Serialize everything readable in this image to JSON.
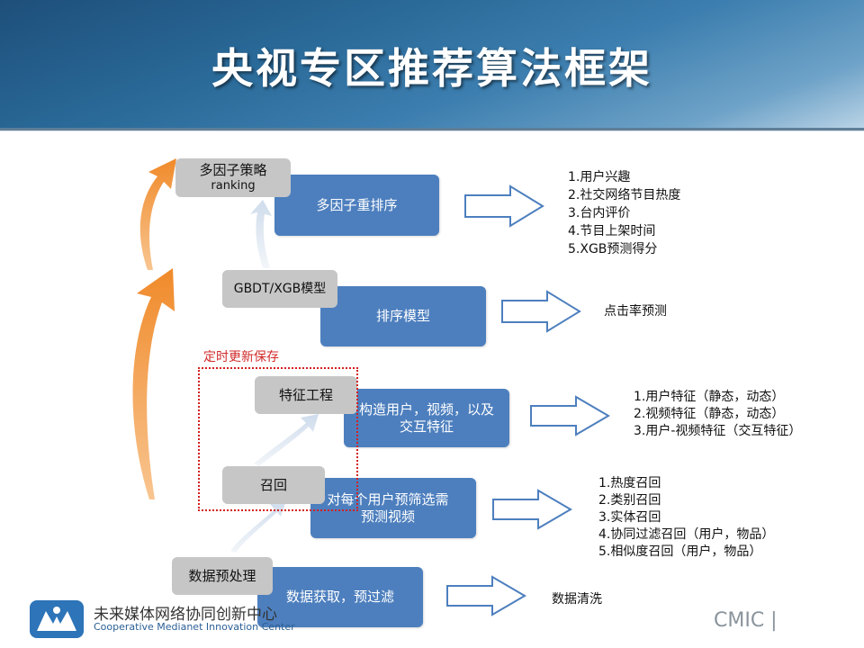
{
  "title": "央视专区推荐算法框架",
  "stages": [
    {
      "label": "多因子策略",
      "sub": "ranking",
      "process": "多因子重排序"
    },
    {
      "label": "GBDT/XGB模型",
      "process": "排序模型"
    },
    {
      "label": "特征工程",
      "process": "构造用户，视频，以及交互特征"
    },
    {
      "label": "召回",
      "process": "对每个用户预筛选需预测视频"
    },
    {
      "label": "数据预处理",
      "process": "数据获取，预过滤"
    }
  ],
  "outputs": {
    "ranking": [
      "1.用户兴趣",
      "2.社交网络节目热度",
      "3.台内评价",
      "4.节目上架时间",
      "5.XGB预测得分"
    ],
    "model": "点击率预测",
    "features": [
      "1.用户特征（静态，动态）",
      "2.视频特征（静态，动态）",
      "3.用户-视频特征（交互特征）"
    ],
    "recall": [
      "1.热度召回",
      "2.类别召回",
      "3.实体召回",
      "4.协同过滤召回（用户，物品）",
      "5.相似度召回（用户，物品）"
    ],
    "data": "数据清洗"
  },
  "note": "定时更新保存",
  "footer": {
    "org_cn": "未来媒体网络协同创新中心",
    "org_en": "Cooperative Medianet Innovation Center",
    "brand": "CMIC |"
  },
  "colors": {
    "process_box": "#4d7fbe",
    "stage_box": "#c6c6c6",
    "orange_arrow": "#f39a3e",
    "note": "#d12a2a"
  }
}
